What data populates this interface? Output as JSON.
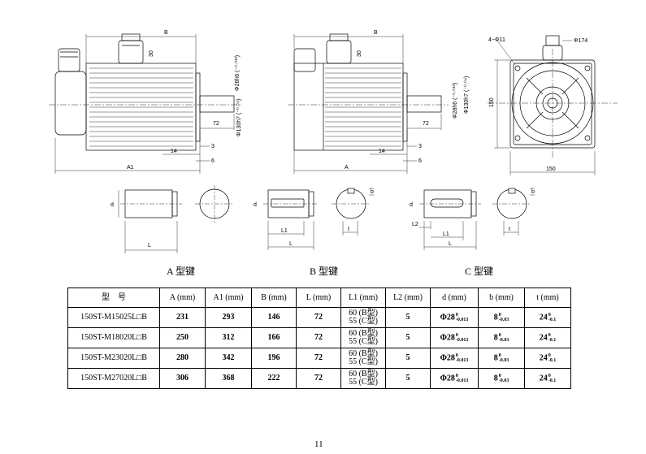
{
  "figures": {
    "front1": {
      "B": "B",
      "d30": "30",
      "dia28": "Φ28h6 (⁻⁰·⁰¹³)",
      "dia130": "Φ130h7 (⁻⁰·⁰⁴)",
      "d72": "72",
      "d14": "14",
      "d3": "3",
      "d6": "6",
      "A1": "A1"
    },
    "front2": {
      "B": "B",
      "d30": "30",
      "dia28": "Φ28h6 (⁻⁰·⁰¹³)",
      "dia130": "Φ130h7 (⁻⁰·⁰⁴)",
      "d72": "72",
      "d14": "14",
      "d3": "3",
      "d6": "6",
      "A": "A"
    },
    "end": {
      "holes": "4−Φ11",
      "pcd": "Φ174",
      "h150": "150",
      "w150": "150"
    },
    "shaft": {
      "d": "d",
      "L": "L",
      "L1": "L1",
      "L2": "L2",
      "b": "b",
      "t": "t"
    }
  },
  "captions": [
    "A 型键",
    "B 型键",
    "C 型键"
  ],
  "table": {
    "headers": [
      "型　号",
      "A (mm)",
      "A1 (mm)",
      "B (mm)",
      "L (mm)",
      "L1 (mm)",
      "L2 (mm)",
      "d (mm)",
      "b (mm)",
      "t (mm)"
    ],
    "rows": [
      {
        "model": "150ST-M15025L□B",
        "A": "231",
        "A1": "293",
        "B": "146",
        "L": "72",
        "L1a": "60 (B型)",
        "L1b": "55 (C型)",
        "L2": "5",
        "d": "Φ28",
        "b": "8",
        "t": "24"
      },
      {
        "model": "150ST-M18020L□B",
        "A": "250",
        "A1": "312",
        "B": "166",
        "L": "72",
        "L1a": "60 (B型)",
        "L1b": "55 (C型)",
        "L2": "5",
        "d": "Φ28",
        "b": "8",
        "t": "24"
      },
      {
        "model": "150ST-M23020L□B",
        "A": "280",
        "A1": "342",
        "B": "196",
        "L": "72",
        "L1a": "60 (B型)",
        "L1b": "55 (C型)",
        "L2": "5",
        "d": "Φ28",
        "b": "8",
        "t": "24"
      },
      {
        "model": "150ST-M27020L□B",
        "A": "306",
        "A1": "368",
        "B": "222",
        "L": "72",
        "L1a": "60 (B型)",
        "L1b": "55 (C型)",
        "L2": "5",
        "d": "Φ28",
        "b": "8",
        "t": "24"
      }
    ],
    "tol_d": {
      "up": "0",
      "low": "-0.013"
    },
    "tol_b": {
      "up": "0",
      "low": "-0.03"
    },
    "tol_t": {
      "up": "0",
      "low": "-0.1"
    }
  },
  "page_number": "11"
}
